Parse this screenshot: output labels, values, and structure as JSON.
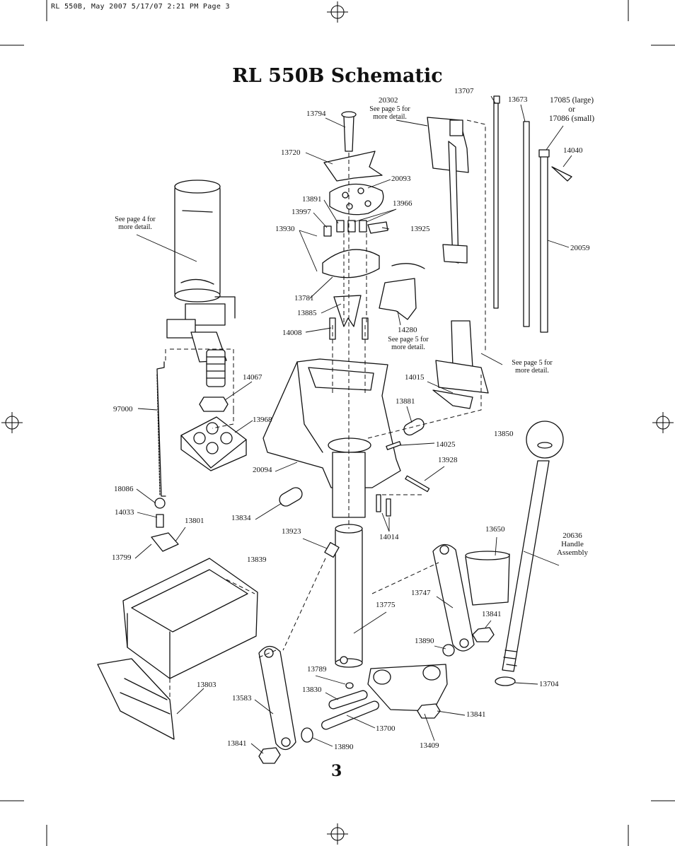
{
  "page": {
    "slug": "RL 550B, May 2007  5/17/07  2:21 PM  Page 3",
    "title": "RL 550B Schematic",
    "page_number": "3"
  },
  "notes": {
    "see_p4": [
      "See page 4 for",
      "more detail."
    ],
    "see_p5_20302": [
      "See page 5 for",
      "more detail."
    ],
    "see_p5_14280": [
      "See page 5 for",
      "more detail."
    ],
    "see_p5_right": [
      "See page 5 for",
      "more detail."
    ],
    "handle_20636": [
      "20636",
      "Handle",
      "Assembly"
    ],
    "kit_17085": [
      "17085 (large)",
      "or",
      "17086 (small)"
    ]
  },
  "parts": {
    "p13707": "13707",
    "p13673": "13673",
    "p20302": "20302",
    "p13794": "13794",
    "p13720": "13720",
    "p14040": "14040",
    "p20093": "20093",
    "p13891": "13891",
    "p13966": "13966",
    "p13997": "13997",
    "p13930": "13930",
    "p13925": "13925",
    "p20059": "20059",
    "p13781": "13781",
    "p13885": "13885",
    "p14008": "14008",
    "p14280": "14280",
    "p14015": "14015",
    "p14067": "14067",
    "p13881": "13881",
    "p97000": "97000",
    "p13968": "13968",
    "p14025": "14025",
    "p13850": "13850",
    "p13928": "13928",
    "p20094": "20094",
    "p18086": "18086",
    "p13834": "13834",
    "p14033": "14033",
    "p13801": "13801",
    "p14014": "14014",
    "p13650": "13650",
    "p13923": "13923",
    "p13799": "13799",
    "p13839": "13839",
    "p13747": "13747",
    "p13775": "13775",
    "p13841a": "13841",
    "p13890a": "13890",
    "p13789": "13789",
    "p13803": "13803",
    "p13830": "13830",
    "p13704": "13704",
    "p13583": "13583",
    "p13841b": "13841",
    "p13700": "13700",
    "p13841c": "13841",
    "p13890b": "13890",
    "p13409": "13409"
  }
}
